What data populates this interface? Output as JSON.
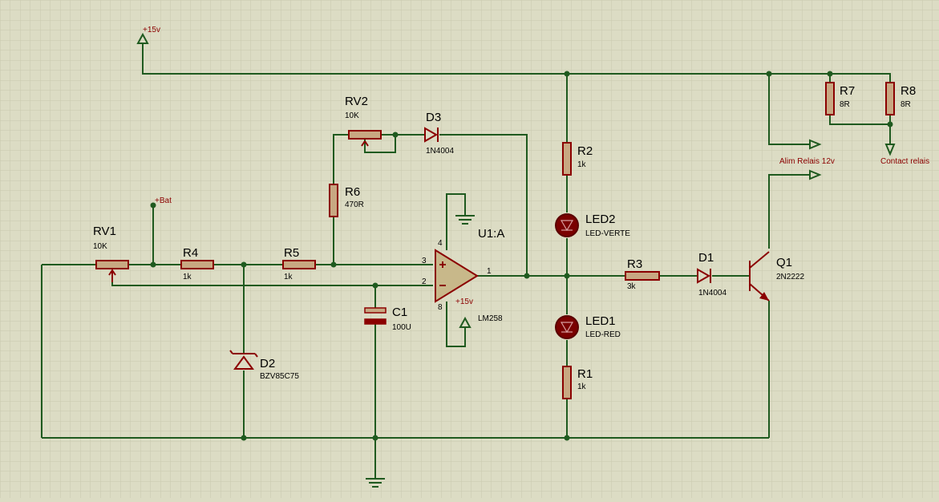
{
  "colors": {
    "background": "#dcdcc4",
    "grid": "#c9c9ae",
    "wire": "#1f5a1f",
    "component": "#8b0000",
    "resistor_fill": "#c8a882",
    "opamp_fill": "#c8b88a",
    "led_fill": "#7a0000"
  },
  "nets": {
    "vcc_top": "+15v",
    "bat": "+Bat",
    "vcc_opamp": "+15v",
    "alim": "Alim Relais 12v",
    "contact": "Contact relais"
  },
  "components": {
    "rv1": {
      "ref": "RV1",
      "value": "10K"
    },
    "rv2": {
      "ref": "RV2",
      "value": "10K"
    },
    "r1": {
      "ref": "R1",
      "value": "1k"
    },
    "r2": {
      "ref": "R2",
      "value": "1k"
    },
    "r3": {
      "ref": "R3",
      "value": "3k"
    },
    "r4": {
      "ref": "R4",
      "value": "1k"
    },
    "r5": {
      "ref": "R5",
      "value": "1k"
    },
    "r6": {
      "ref": "R6",
      "value": "470R"
    },
    "r7": {
      "ref": "R7",
      "value": "8R"
    },
    "r8": {
      "ref": "R8",
      "value": "8R"
    },
    "d1": {
      "ref": "D1",
      "value": "1N4004"
    },
    "d2": {
      "ref": "D2",
      "value": "BZV85C75"
    },
    "d3": {
      "ref": "D3",
      "value": "1N4004"
    },
    "c1": {
      "ref": "C1",
      "value": "100U"
    },
    "led1": {
      "ref": "LED1",
      "value": "LED-RED"
    },
    "led2": {
      "ref": "LED2",
      "value": "LED-VERTE"
    },
    "q1": {
      "ref": "Q1",
      "value": "2N2222"
    },
    "u1": {
      "ref": "U1:A",
      "value": "LM258",
      "pins": {
        "in_plus": "3",
        "in_minus": "2",
        "out": "1",
        "vcc": "4",
        "gnd": "8"
      }
    }
  }
}
